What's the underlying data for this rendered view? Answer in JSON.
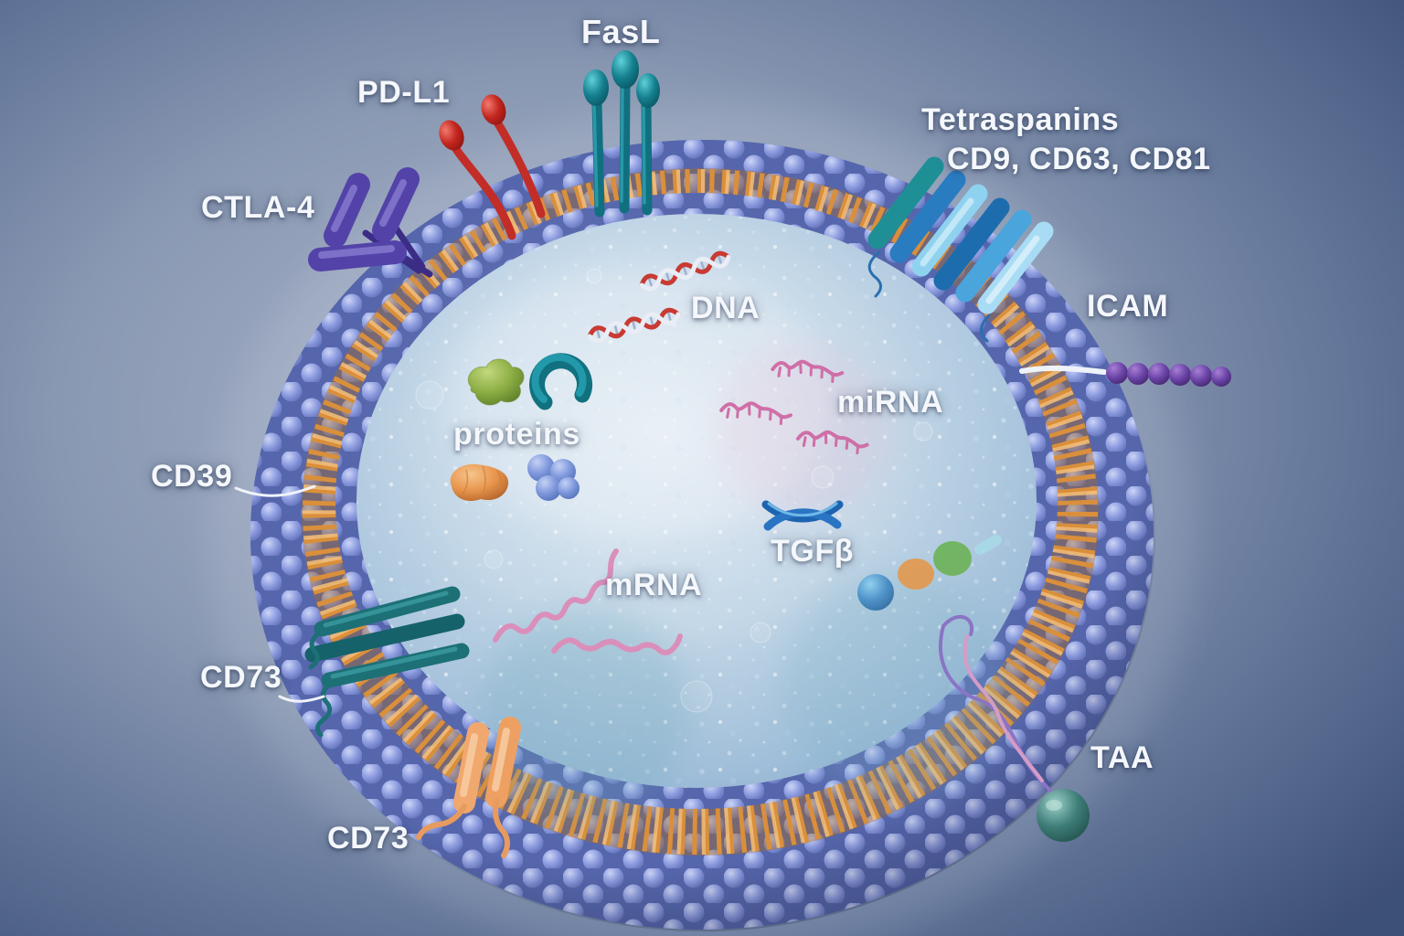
{
  "labels": {
    "fasl": "FasL",
    "pd_l1": "PD-L1",
    "ctla_4": "CTLA-4",
    "tetraspanins": "Tetraspanins",
    "tetraspanins_members": "CD9, CD63, CD81",
    "icam": "ICAM",
    "cd39": "CD39",
    "cd73_left": "CD73",
    "cd73_bottom": "CD73",
    "taa": "TAA",
    "dna": "DNA",
    "proteins": "proteins",
    "mirna": "miRNA",
    "tgf_beta": "TGFβ",
    "mrna": "mRNA"
  },
  "colors": {
    "background_dark": "#415478",
    "background_light": "#A9B3C9",
    "membrane_bead": "#7B8ED2",
    "lipid_tail_orange": "#D98F3B",
    "lumen_blue": "#BDD3E6",
    "label_text": "#F4F7FB",
    "fasl_teal": "#15808F",
    "pd_l1_red": "#C4261F",
    "ctla_4_purple": "#4A3D9E",
    "tetraspanin_blue": "#2A7CC0",
    "tetraspanin_light_blue": "#8FD2F0",
    "icam_purple": "#6B44A8",
    "cd73_teal": "#1B6F70",
    "cd73_orange": "#EFA469",
    "taa_sphere_teal": "#3E7D78",
    "rna_pink": "#CF6FA8",
    "tgf_beta_blue": "#2A74C4",
    "dna_red": "#C83A32",
    "protein_green": "#8CAE44",
    "protein_teal": "#1F93A8",
    "protein_orange": "#E8954D",
    "protein_blue": "#7E97DC"
  }
}
